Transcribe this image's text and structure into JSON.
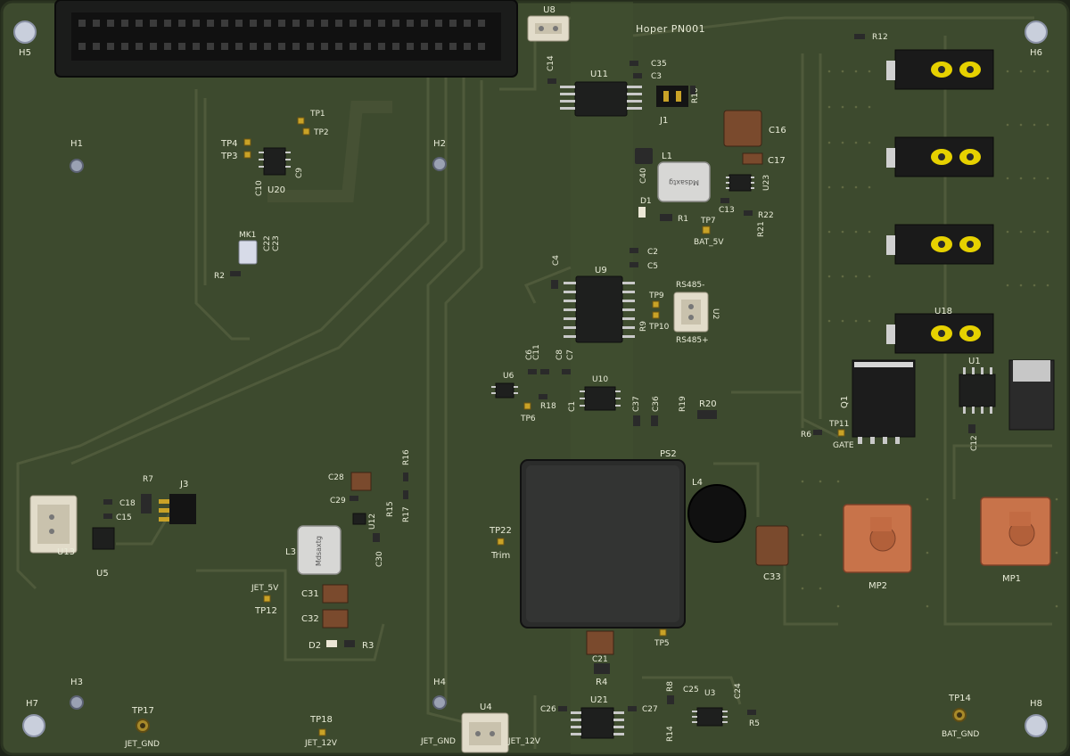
{
  "board_title": "Hoper PN001",
  "mounting_holes": [
    "H1",
    "H2",
    "H3",
    "H4",
    "H5",
    "H6",
    "H7",
    "H8"
  ],
  "ics": {
    "U8": "U8",
    "U11": "U11",
    "U9": "U9",
    "U10": "U10",
    "U13": "U13",
    "U5": "U5",
    "U12": "U12",
    "U20": "U20",
    "U23": "U23",
    "U6": "U6",
    "U21": "U21",
    "U3": "U3",
    "U1": "U1",
    "U18": "U18",
    "U2": "U2",
    "U4": "U4",
    "Q1": "Q1",
    "PS2": "PS2",
    "MK1": "MK1",
    "J1": "J1",
    "J3": "J3",
    "L1": "L1",
    "L3": "L3",
    "L4": "L4",
    "D1": "D1",
    "D2": "D2",
    "MP1": "MP1",
    "MP2": "MP2"
  },
  "passives": {
    "C1": "C1",
    "C2": "C2",
    "C3": "C3",
    "C4": "C4",
    "C5": "C5",
    "C6": "C6",
    "C7": "C7",
    "C8": "C8",
    "C9": "C9",
    "C10": "C10",
    "C11": "C11",
    "C12": "C12",
    "C13": "C13",
    "C14": "C14",
    "C15": "C15",
    "C16": "C16",
    "C17": "C17",
    "C18": "C18",
    "C21": "C21",
    "C22": "C22",
    "C23": "C23",
    "C24": "C24",
    "C25": "C25",
    "C26": "C26",
    "C27": "C27",
    "C28": "C28",
    "C29": "C29",
    "C30": "C30",
    "C31": "C31",
    "C32": "C32",
    "C33": "C33",
    "C35": "C35",
    "C36": "C36",
    "C37": "C37",
    "C40": "C40",
    "R1": "R1",
    "R2": "R2",
    "R3": "R3",
    "R4": "R4",
    "R5": "R5",
    "R6": "R6",
    "R7": "R7",
    "R8": "R8",
    "R9": "R9",
    "R10": "R10",
    "R12": "R12",
    "R14": "R14",
    "R15": "R15",
    "R16": "R16",
    "R17": "R17",
    "R18": "R18",
    "R19": "R19",
    "R20": "R20",
    "R21": "R21",
    "R22": "R22"
  },
  "testpoints": {
    "TP1": "TP1",
    "TP2": "TP2",
    "TP3": "TP3",
    "TP4": "TP4",
    "TP5": "TP5",
    "TP6": "TP6",
    "TP7": "TP7",
    "TP9": "TP9",
    "TP10": "TP10",
    "TP11": "TP11",
    "TP12": "TP12",
    "TP14": "TP14",
    "TP17": "TP17",
    "TP18": "TP18",
    "TP22": "TP22"
  },
  "net_labels": {
    "bat_5v": "BAT_5V",
    "rs485_minus": "RS485-",
    "rs485_plus": "RS485+",
    "gate": "GATE",
    "trim": "Trim",
    "jet_5v": "JET_5V",
    "jet_gnd_left": "JET_GND",
    "jet_12v": "JET_12V",
    "jet_gnd_u4": "JET_GND",
    "jet_12v_u4": "JET_12V",
    "bat_gnd": "BAT_GND"
  },
  "inductor_text": "Mdsaxtg",
  "colors": {
    "board": "#3d4a2e",
    "board_edge": "#2a3320",
    "silk": "#e9ecd8",
    "ic": "#1e1f1e",
    "gold": "#c9a227",
    "copper_button": "#c8734a"
  }
}
